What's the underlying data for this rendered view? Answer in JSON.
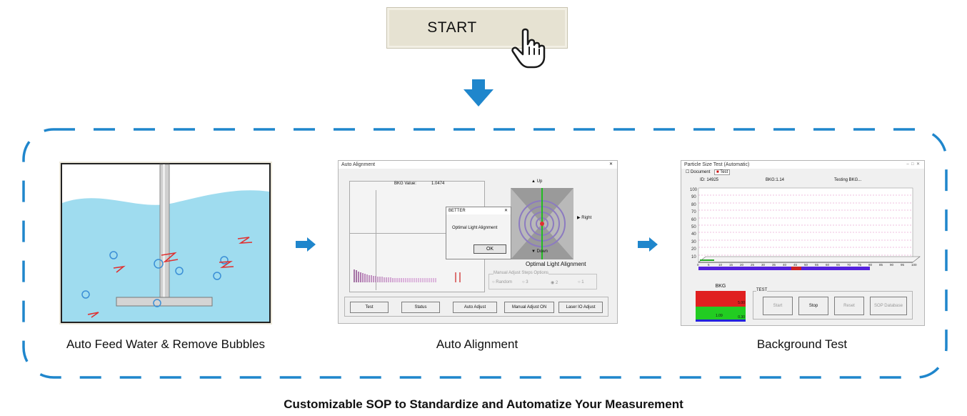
{
  "start_button": {
    "label": "START"
  },
  "steps": [
    {
      "caption": "Auto Feed Water & Remove Bubbles"
    },
    {
      "caption": "Auto Alignment"
    },
    {
      "caption": "Background Test"
    }
  ],
  "auto_alignment_window": {
    "title": "Auto Alignment",
    "bkg_label": "BKG Value:",
    "bkg_value": "1.0474",
    "dialog_title": "BETTER",
    "dialog_message": "Optimal Light Alignment",
    "dialog_ok": "OK",
    "up_label": "Up",
    "down_label": "Down",
    "right_label": "Right",
    "alignment_caption": "Optimal Light Alignment",
    "manual_group_label": "Manual Adjust Steps Options",
    "options": [
      "Random",
      "3",
      "2",
      "1"
    ],
    "buttons": [
      "Test",
      "Status",
      "Auto Adjust",
      "Manual Adjust ON",
      "Laser IO Adjust"
    ]
  },
  "particle_window": {
    "title": "Particle Size Test (Automatic)",
    "tabs": [
      "Document",
      "Test"
    ],
    "id_label": "ID: 14925",
    "bkg_readout": "BKG:1.14",
    "status": "Testing BKG...",
    "y_ticks": [
      "100",
      "90",
      "80",
      "70",
      "60",
      "50",
      "40",
      "30",
      "20",
      "10"
    ],
    "x_ticks": [
      "0",
      "5",
      "10",
      "15",
      "20",
      "25",
      "30",
      "35",
      "40",
      "45",
      "50",
      "55",
      "60",
      "65",
      "70",
      "75",
      "80",
      "85",
      "90",
      "95",
      "100"
    ],
    "bkg_panel_label": "BKG",
    "bkg_upper": "5.00",
    "bkg_lower": "0.30",
    "bkg_current": "1.09",
    "test_group_label": "TEST",
    "buttons": [
      "Start",
      "Stop",
      "Reset",
      "SOP Database"
    ]
  },
  "footer": {
    "text": "Customizable SOP to Standardize and Automatize Your Measurement"
  },
  "colors": {
    "accent_blue": "#1f86cc",
    "dash_blue": "#1f86cc",
    "water": "#9fdcef"
  }
}
